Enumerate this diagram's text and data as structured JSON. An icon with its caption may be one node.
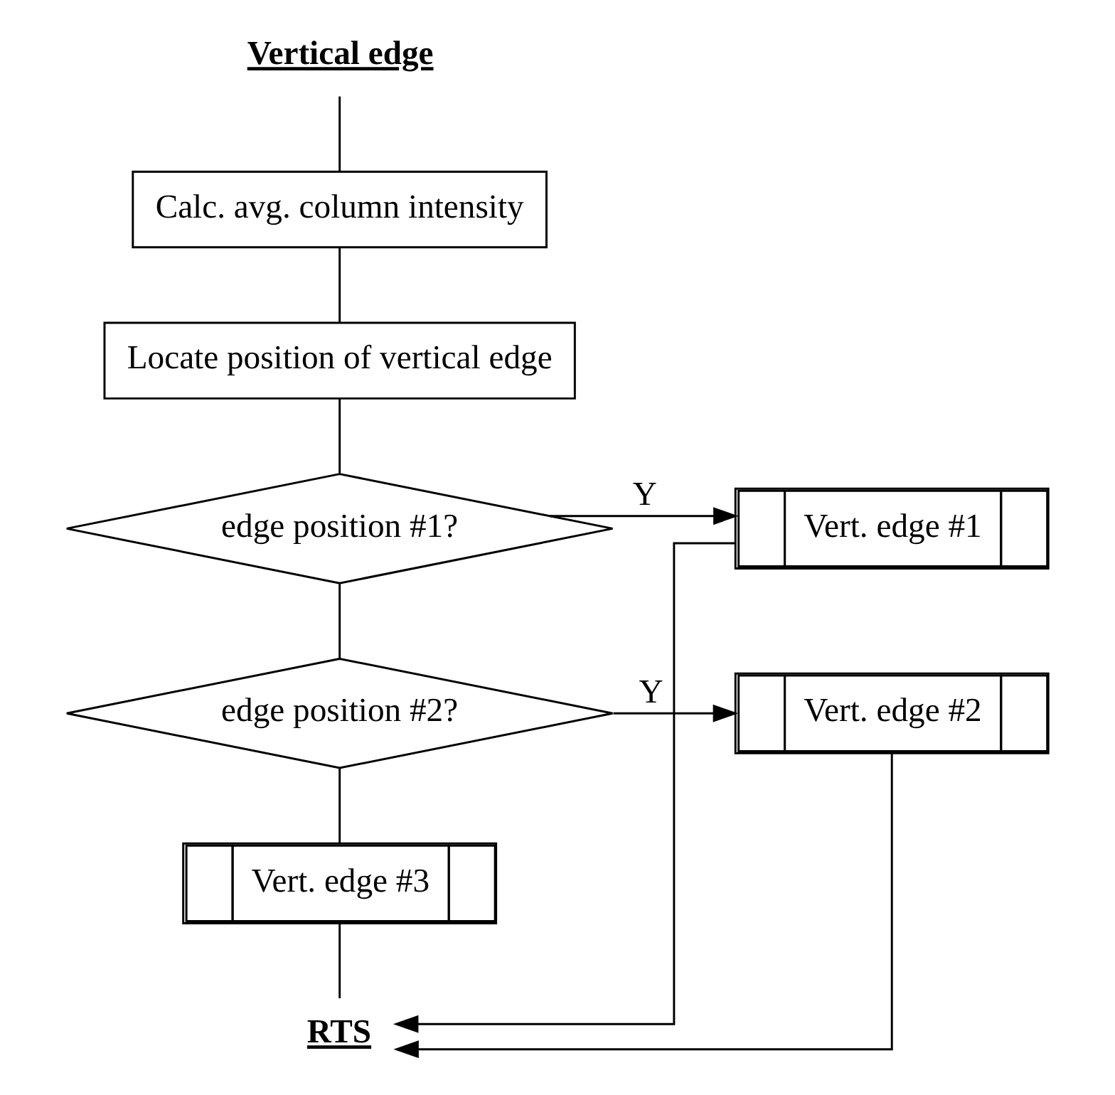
{
  "diagram": {
    "nodes": [
      {
        "text": [
          "Vertical edge"
        ]
      },
      {
        "text": [
          "Calc. avg. column intensity"
        ]
      },
      {
        "text": [
          "Locate position of vertical edge"
        ]
      },
      {
        "text": [
          "edge position #1?"
        ]
      },
      {
        "text": [
          "Vert. edge #1"
        ]
      },
      {
        "text": [
          "edge position #2?"
        ]
      },
      {
        "text": [
          "Vert. edge #2"
        ]
      },
      {
        "text": [
          "Vert. edge #3"
        ]
      },
      {
        "text": [
          "RTS"
        ]
      }
    ],
    "edges": [
      {
        "from": 0,
        "to": 1,
        "arrow": "none"
      },
      {
        "from": 1,
        "to": 2,
        "arrow": "none"
      },
      {
        "from": 2,
        "to": 3,
        "arrow": "none"
      },
      {
        "from": 3,
        "to": 4,
        "arrow": "to",
        "label": "Y"
      },
      {
        "from": 3,
        "to": 5,
        "arrow": "none"
      },
      {
        "from": 5,
        "to": 6,
        "arrow": "to",
        "label": "Y"
      },
      {
        "from": 5,
        "to": 7,
        "arrow": "none"
      },
      {
        "from": 7,
        "to": 8,
        "arrow": "none"
      },
      {
        "from": 4,
        "to": 8,
        "arrow": "to"
      },
      {
        "from": 6,
        "to": 8,
        "arrow": "to"
      }
    ]
  }
}
